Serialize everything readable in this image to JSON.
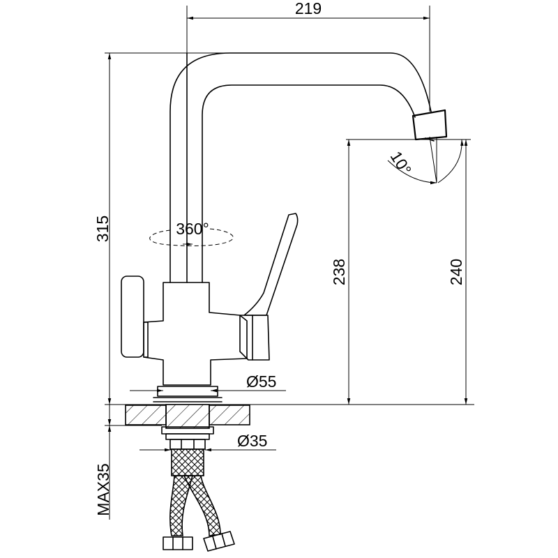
{
  "dimensions": {
    "width_219": "219",
    "height_315": "315",
    "angle_10": "10°",
    "rotation_360": "360°",
    "height_238": "238",
    "height_240": "240",
    "dia_55": "Ø55",
    "dia_35": "Ø35",
    "max_35": "MAX35"
  },
  "colors": {
    "line": "#000000",
    "background": "#ffffff"
  }
}
